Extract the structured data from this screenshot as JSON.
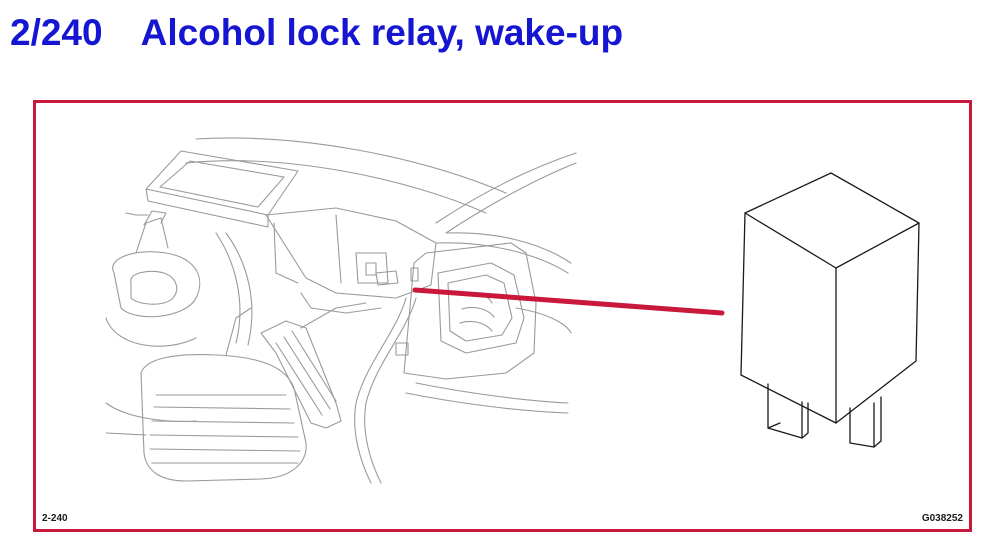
{
  "header": {
    "code": "2/240",
    "title": "Alcohol lock relay, wake-up"
  },
  "figure": {
    "number_label": "2-240",
    "graphic_id": "G038252",
    "frame_color": "#c8183c",
    "callout_color": "#c8183c",
    "title_color": "#1515d2"
  }
}
